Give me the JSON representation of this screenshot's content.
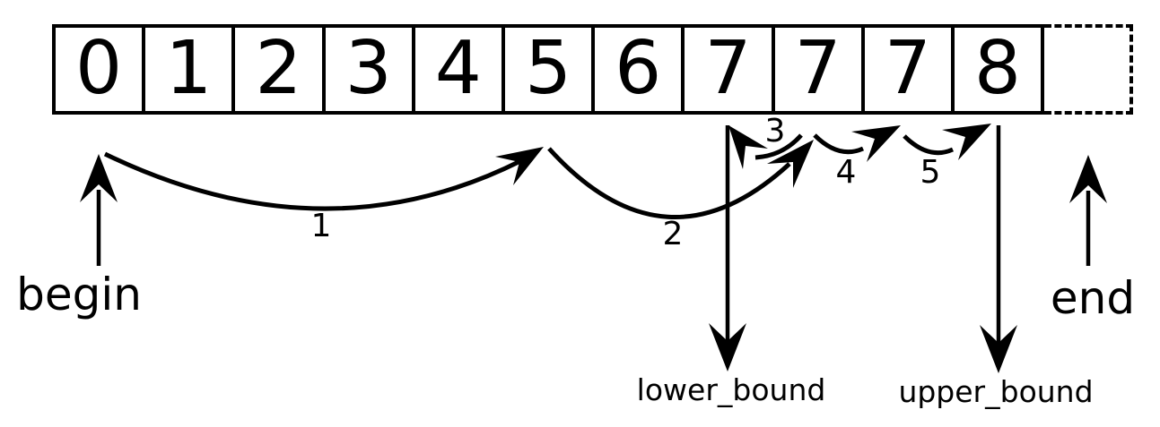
{
  "array": {
    "cells": [
      "0",
      "1",
      "2",
      "3",
      "4",
      "5",
      "6",
      "7",
      "7",
      "7",
      "8"
    ],
    "end_cell_style": "dashed-empty"
  },
  "labels": {
    "begin": "begin",
    "end": "end",
    "lower_bound": "lower_bound",
    "upper_bound": "upper_bound"
  },
  "steps": [
    "1",
    "2",
    "3",
    "4",
    "5"
  ],
  "colors": {
    "foreground": "#000000",
    "background": "#ffffff"
  }
}
